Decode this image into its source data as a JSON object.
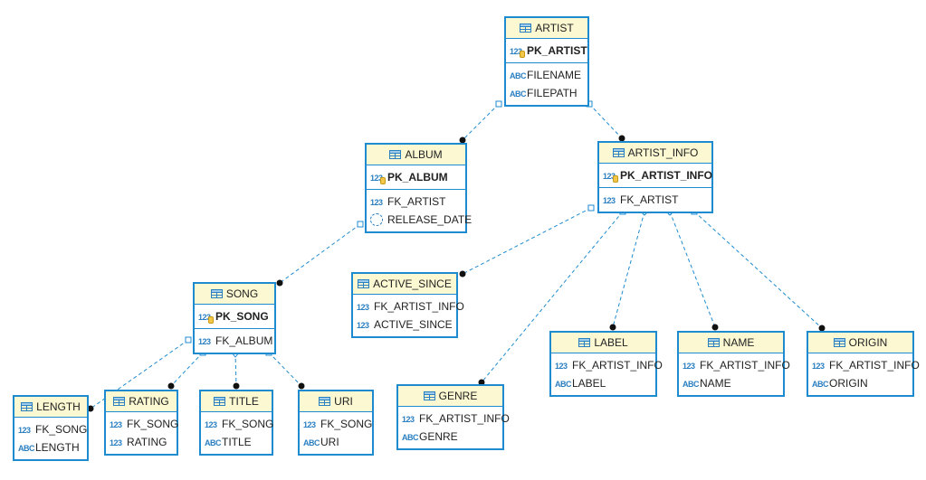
{
  "colors": {
    "border": "#1e8bd0",
    "header": "#fbf8d2",
    "type_icon": "#2a7fc1"
  },
  "entities": {
    "artist": {
      "name": "ARTIST",
      "pk": [
        {
          "type": "123",
          "name": "PK_ARTIST"
        }
      ],
      "cols": [
        {
          "type": "ABC",
          "name": "FILENAME"
        },
        {
          "type": "ABC",
          "name": "FILEPATH"
        }
      ]
    },
    "album": {
      "name": "ALBUM",
      "pk": [
        {
          "type": "123",
          "name": "PK_ALBUM"
        }
      ],
      "cols": [
        {
          "type": "123",
          "name": "FK_ARTIST"
        },
        {
          "type": "date-icon",
          "name": "RELEASE_DATE"
        }
      ]
    },
    "artist_info": {
      "name": "ARTIST_INFO",
      "pk": [
        {
          "type": "123",
          "name": "PK_ARTIST_INFO"
        }
      ],
      "cols": [
        {
          "type": "123",
          "name": "FK_ARTIST"
        }
      ]
    },
    "song": {
      "name": "SONG",
      "pk": [
        {
          "type": "123",
          "name": "PK_SONG"
        }
      ],
      "cols": [
        {
          "type": "123",
          "name": "FK_ALBUM"
        }
      ]
    },
    "active_since": {
      "name": "ACTIVE_SINCE",
      "cols": [
        {
          "type": "123",
          "name": "FK_ARTIST_INFO"
        },
        {
          "type": "123",
          "name": "ACTIVE_SINCE"
        }
      ]
    },
    "label": {
      "name": "LABEL",
      "cols": [
        {
          "type": "123",
          "name": "FK_ARTIST_INFO"
        },
        {
          "type": "ABC",
          "name": "LABEL"
        }
      ]
    },
    "name": {
      "name": "NAME",
      "cols": [
        {
          "type": "123",
          "name": "FK_ARTIST_INFO"
        },
        {
          "type": "ABC",
          "name": "NAME"
        }
      ]
    },
    "origin": {
      "name": "ORIGIN",
      "cols": [
        {
          "type": "123",
          "name": "FK_ARTIST_INFO"
        },
        {
          "type": "ABC",
          "name": "ORIGIN"
        }
      ]
    },
    "genre": {
      "name": "GENRE",
      "cols": [
        {
          "type": "123",
          "name": "FK_ARTIST_INFO"
        },
        {
          "type": "ABC",
          "name": "GENRE"
        }
      ]
    },
    "length": {
      "name": "LENGTH",
      "cols": [
        {
          "type": "123",
          "name": "FK_SONG"
        },
        {
          "type": "ABC",
          "name": "LENGTH"
        }
      ]
    },
    "rating": {
      "name": "RATING",
      "cols": [
        {
          "type": "123",
          "name": "FK_SONG"
        },
        {
          "type": "123",
          "name": "RATING"
        }
      ]
    },
    "title": {
      "name": "TITLE",
      "cols": [
        {
          "type": "123",
          "name": "FK_SONG"
        },
        {
          "type": "ABC",
          "name": "TITLE"
        }
      ]
    },
    "uri": {
      "name": "URI",
      "cols": [
        {
          "type": "123",
          "name": "FK_SONG"
        },
        {
          "type": "ABC",
          "name": "URI"
        }
      ]
    }
  }
}
